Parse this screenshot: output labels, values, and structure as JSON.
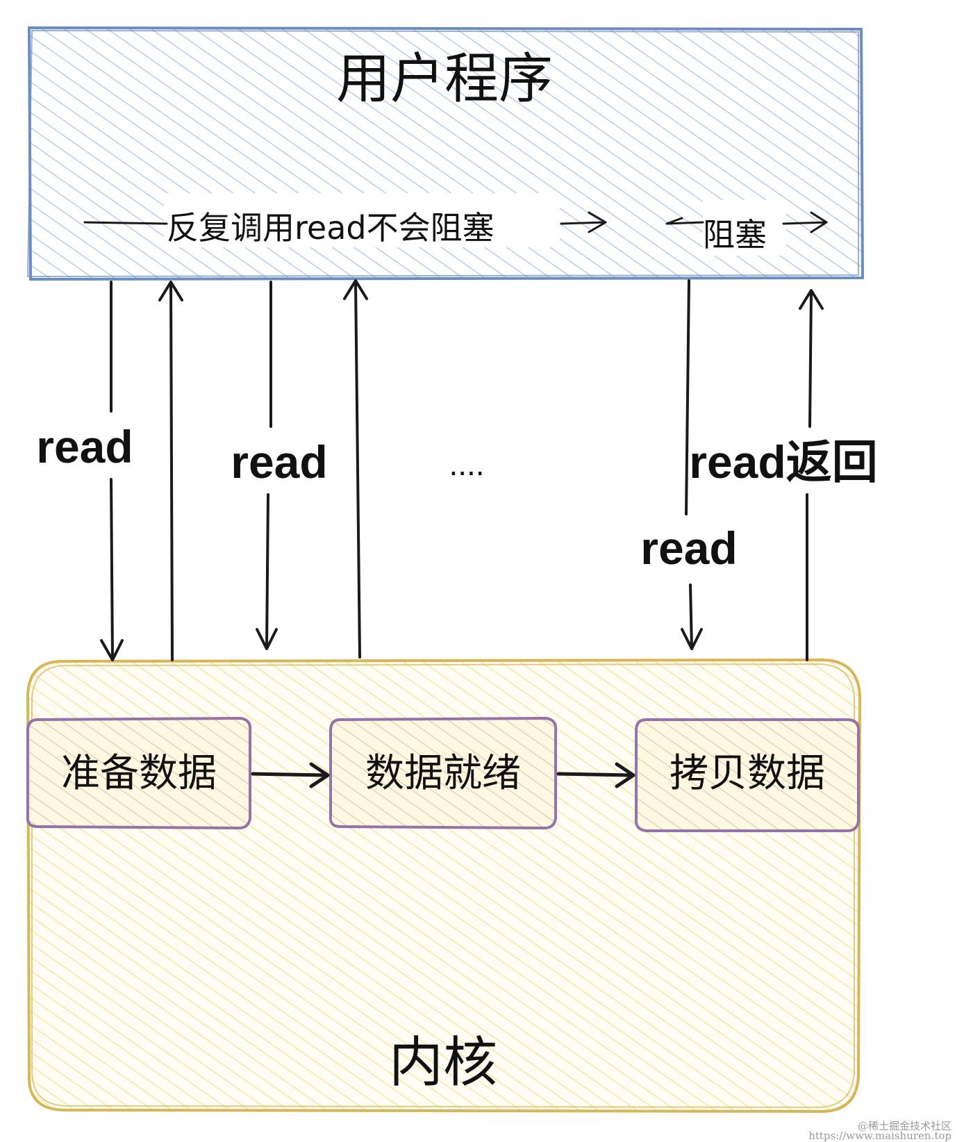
{
  "colors": {
    "user_box_stroke": "#6c8ebf",
    "user_box_fill": "#dae8fc",
    "kernel_box_stroke": "#d6b656",
    "kernel_box_fill": "#fff2cc",
    "step_box_stroke": "#9673a6",
    "arrow": "#1a1a1a"
  },
  "user_program": {
    "title": "用户程序",
    "repeat_note": "反复调用read不会阻塞",
    "block_note": "阻塞"
  },
  "kernel": {
    "title": "内核",
    "steps": [
      "准备数据",
      "数据就绪",
      "拷贝数据"
    ]
  },
  "calls": {
    "read_1": "read",
    "read_2": "read",
    "ellipsis": "....",
    "read_3": "read",
    "read_return": "read返回"
  },
  "watermark": {
    "line1": "@稀土掘金技术社区",
    "line2": "https://www.maishuren.top"
  }
}
